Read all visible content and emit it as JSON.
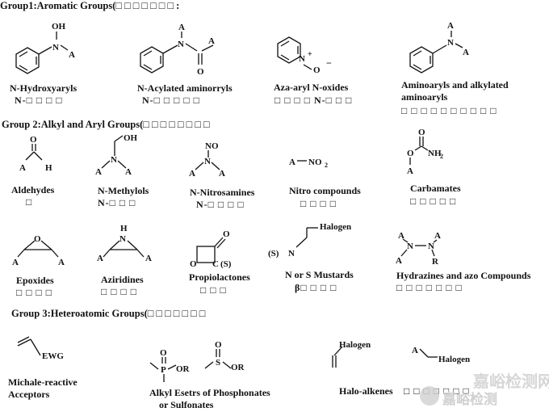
{
  "groups": {
    "g1": "Group1:Aromatic Groups(□ □ □ □ □ □ □ :",
    "g2": "Group 2:Alkyl and Aryl Groups(□ □ □ □ □ □ □ □",
    "g3": "Group 3:Heteroatomic Groups(□ □ □ □ □ □ □"
  },
  "atoms": {
    "oh": "OH",
    "o": "O",
    "o_minus": "O",
    "minus": "−",
    "n": "N",
    "n_plus": "N",
    "plus": "+",
    "a": "A",
    "h": "H",
    "no": "NO",
    "no2": "NO",
    "two": "2",
    "nh2": "NH",
    "s": "S",
    "s_paren": "(S)",
    "c": "C",
    "r": "R",
    "p": "P",
    "or": "OR",
    "ewg": "EWG",
    "halogen": "Halogen"
  },
  "items": {
    "n_hydroxyaryls": {
      "name": "N-Hydroxyaryls",
      "sub": "N-□ □ □ □"
    },
    "n_acylated": {
      "name": "N-Acylated aminorryls",
      "sub": "N-□ □ □ □ □"
    },
    "aza_aryl": {
      "name": "Aza-aryl N-oxides",
      "sub": "□ □ □ □ N-□ □ □"
    },
    "aminoaryls": {
      "name": "Aminoaryls and alkylated",
      "name2": "aminoaryls",
      "sub": "□ □ □ □ □ □ □ □ □ □"
    },
    "aldehydes": {
      "name": "Aldehydes",
      "sub": "□"
    },
    "n_methylols": {
      "name": "N-Methylols",
      "sub": "N-□ □ □"
    },
    "n_nitrosamines": {
      "name": "N-Nitrosamines",
      "sub": "N-□ □ □ □"
    },
    "nitro": {
      "name": "Nitro compounds",
      "sub": "□ □ □ □"
    },
    "carbamates": {
      "name": "Carbamates",
      "sub": "□ □ □ □ □"
    },
    "epoxides": {
      "name": "Epoxides",
      "sub": "□ □ □ □"
    },
    "aziridines": {
      "name": "Aziridines",
      "sub": "□ □ □ □"
    },
    "propiolactones": {
      "name": "Propiolactones",
      "sub": "□ □ □"
    },
    "mustards": {
      "name": "N or S Mustards",
      "sub": "β□ □ □ □"
    },
    "hydrazines": {
      "name": "Hydrazines and azo Compounds",
      "sub": "□ □ □ □ □ □ □"
    },
    "michael": {
      "name": "Michale-reactive",
      "name2": "Acceptors"
    },
    "alkyl_esters": {
      "name": "Alkyl Esetrs of Phosphonates",
      "name2": "or Sulfonates"
    },
    "halo_alkenes": {
      "name": "Halo-alkenes"
    },
    "partial": {
      "name": "□ □ □ □ □ □ □"
    }
  },
  "watermark": {
    "top": "嘉峪检测网",
    "bottom": "嘉峪检测"
  }
}
